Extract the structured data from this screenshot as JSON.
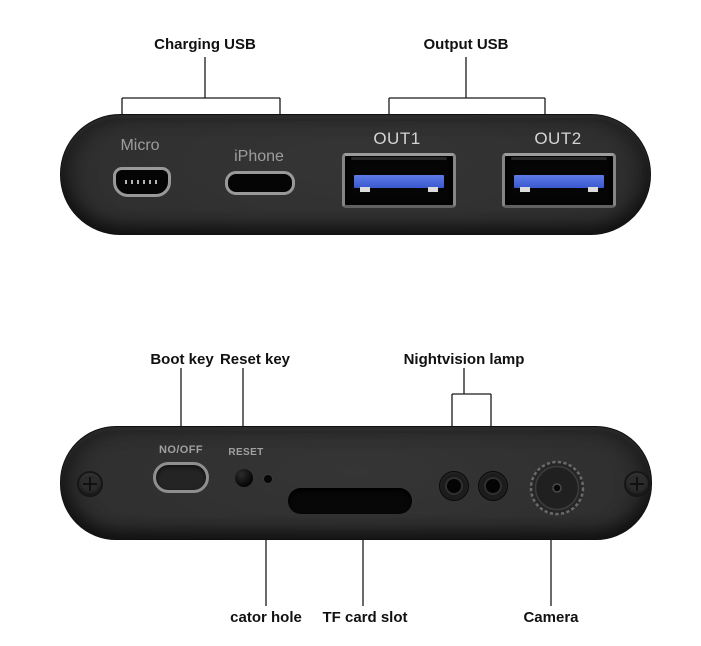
{
  "top_view": {
    "callout_charging": "Charging USB",
    "callout_output": "Output USB",
    "port_micro_label": "Micro",
    "port_iphone_label": "iPhone",
    "port_out1_label": "OUT1",
    "port_out2_label": "OUT2"
  },
  "bottom_view": {
    "callout_boot": "Boot key",
    "callout_reset": "Reset key",
    "callout_nightvision": "Nightvision lamp",
    "callout_cator": "cator hole",
    "callout_tf": "TF card slot",
    "callout_camera": "Camera",
    "power_button_label": "NO/OFF",
    "reset_button_label": "RESET"
  },
  "colors": {
    "device_body": "#2d2d2d",
    "usb_tongue_blue": "#4062d8",
    "port_metal": "#999999",
    "callout_line": "#1a1a1a",
    "callout_text": "#111111",
    "background": "#ffffff"
  }
}
